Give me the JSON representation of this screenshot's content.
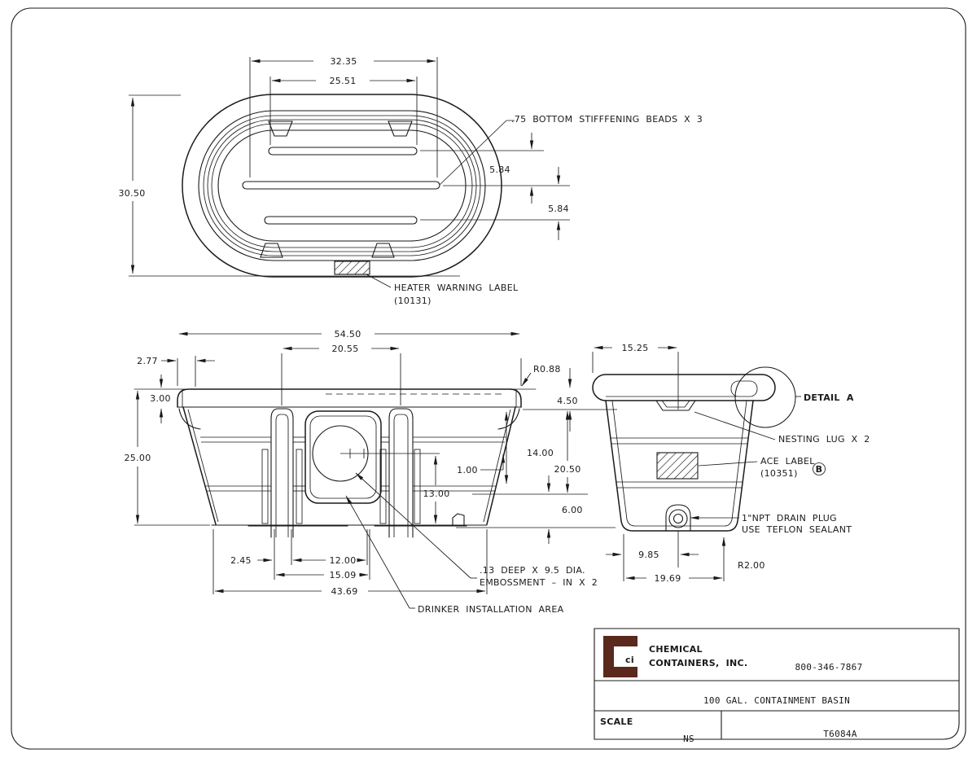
{
  "title_block": {
    "company_line1": "CHEMICAL",
    "company_line2": "CONTAINERS, INC.",
    "logo_text": "ci",
    "phone": "800-346-7867",
    "drawing_title": "100 GAL. CONTAINMENT BASIN",
    "scale_label": "SCALE",
    "scale_value": "NS",
    "drawing_number": "T6084A"
  },
  "top_view": {
    "dim_outer_width": "32.35",
    "dim_inner_width": "25.51",
    "dim_height": "30.50",
    "dim_bead_spacing_1": "5.84",
    "dim_bead_spacing_2": "5.84",
    "callout_beads": ".75 BOTTOM STIFFFENING BEADS X 3",
    "callout_heater_1": "HEATER WARNING LABEL",
    "callout_heater_2": "(10131)"
  },
  "front_view": {
    "dim_overall_width": "54.50",
    "dim_channel_spacing": "20.55",
    "dim_edge_offset": "2.77",
    "dim_rim_height": "3.00",
    "dim_overall_height": "25.00",
    "dim_corner_radius": "R0.88",
    "dim_rim_depth": "4.50",
    "dim_mid_height": "14.00",
    "dim_wall": "1.00",
    "dim_lower_height": "20.50",
    "dim_emboss_height": "13.00",
    "dim_base_height": "6.00",
    "dim_foot_offset": "2.45",
    "dim_foot_width": "12.00",
    "dim_foot_span": "15.09",
    "dim_base_width": "43.69",
    "callout_emboss_1": ".13 DEEP X 9.5 DIA.",
    "callout_emboss_2": "EMBOSSMENT – IN X 2",
    "callout_drinker": "DRINKER INSTALLATION AREA"
  },
  "end_view": {
    "dim_top": "15.25",
    "dim_drain_offset": "9.85",
    "dim_corner_radius": "R2.00",
    "dim_base_width": "19.69",
    "callout_detail": "DETAIL A",
    "callout_nesting": "NESTING LUG X 2",
    "callout_ace_1": "ACE LABEL",
    "callout_ace_2": "(10351)",
    "callout_ace_symbol": "B",
    "callout_drain_1": "1\"NPT DRAIN PLUG",
    "callout_drain_2": "USE TEFLON SEALANT"
  },
  "colors": {
    "line": "#1a1a1a",
    "brand": "#5a281c",
    "paper": "#ffffff"
  }
}
